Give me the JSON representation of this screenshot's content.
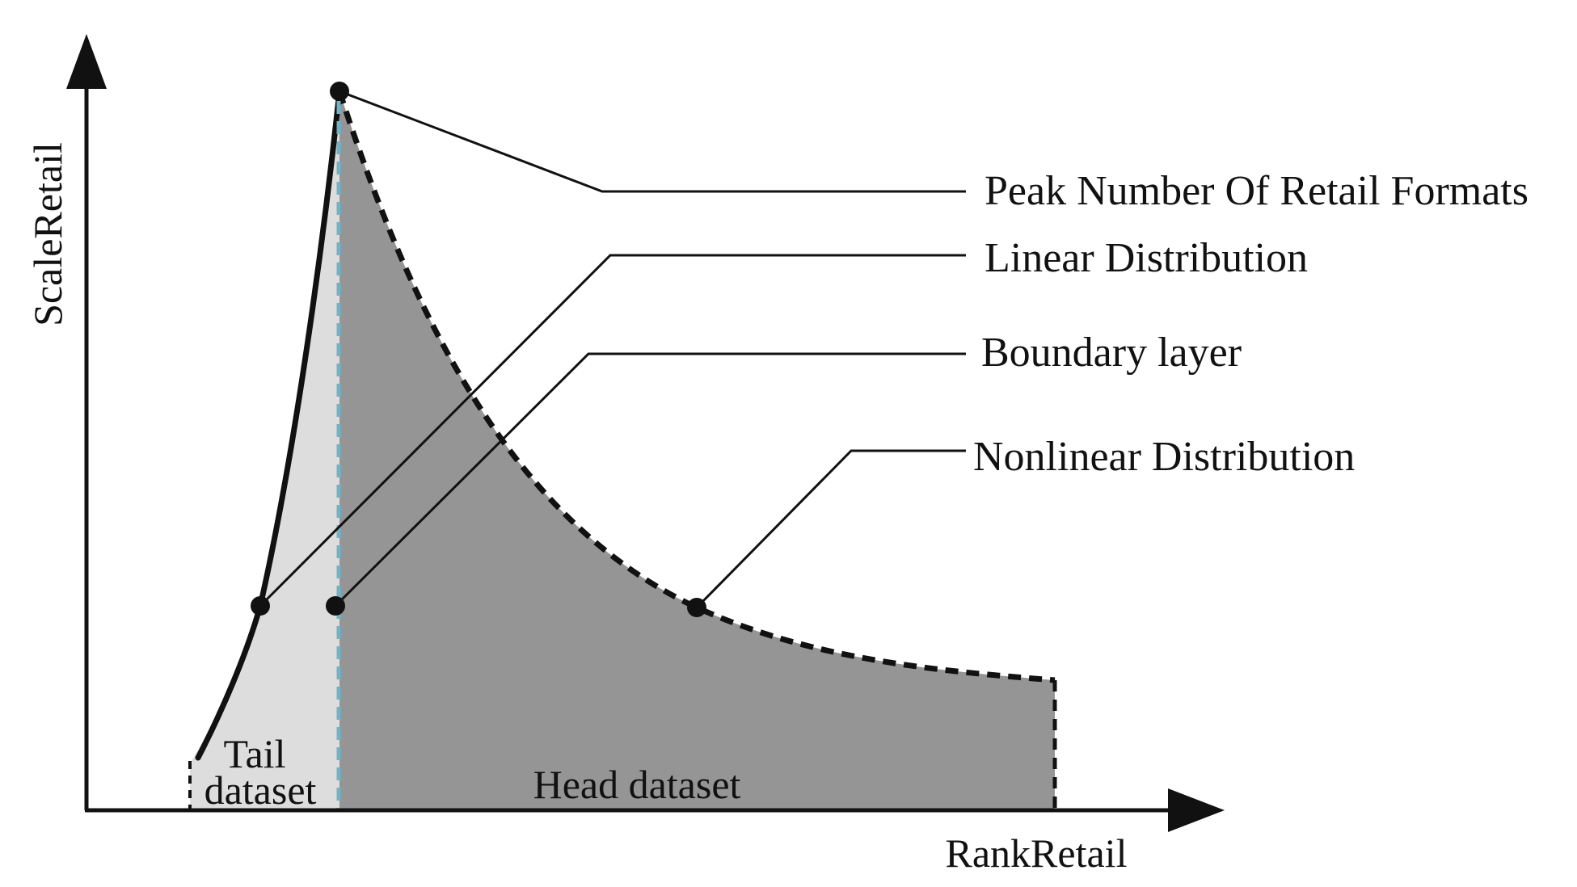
{
  "axes": {
    "y_label": "ScaleRetail",
    "x_label": "RankRetail"
  },
  "callouts": {
    "peak": "Peak Number Of Retail Formats",
    "linear": "Linear Distribution",
    "boundary": "Boundary layer",
    "nonlinear": "Nonlinear Distribution"
  },
  "regions": {
    "tail_line1": "Tail",
    "tail_line2": "dataset",
    "head": "Head dataset"
  },
  "colors": {
    "tail_fill": "#dddddd",
    "head_fill": "#959595",
    "boundary_line": "#6fb3c9",
    "ink": "#111111"
  }
}
